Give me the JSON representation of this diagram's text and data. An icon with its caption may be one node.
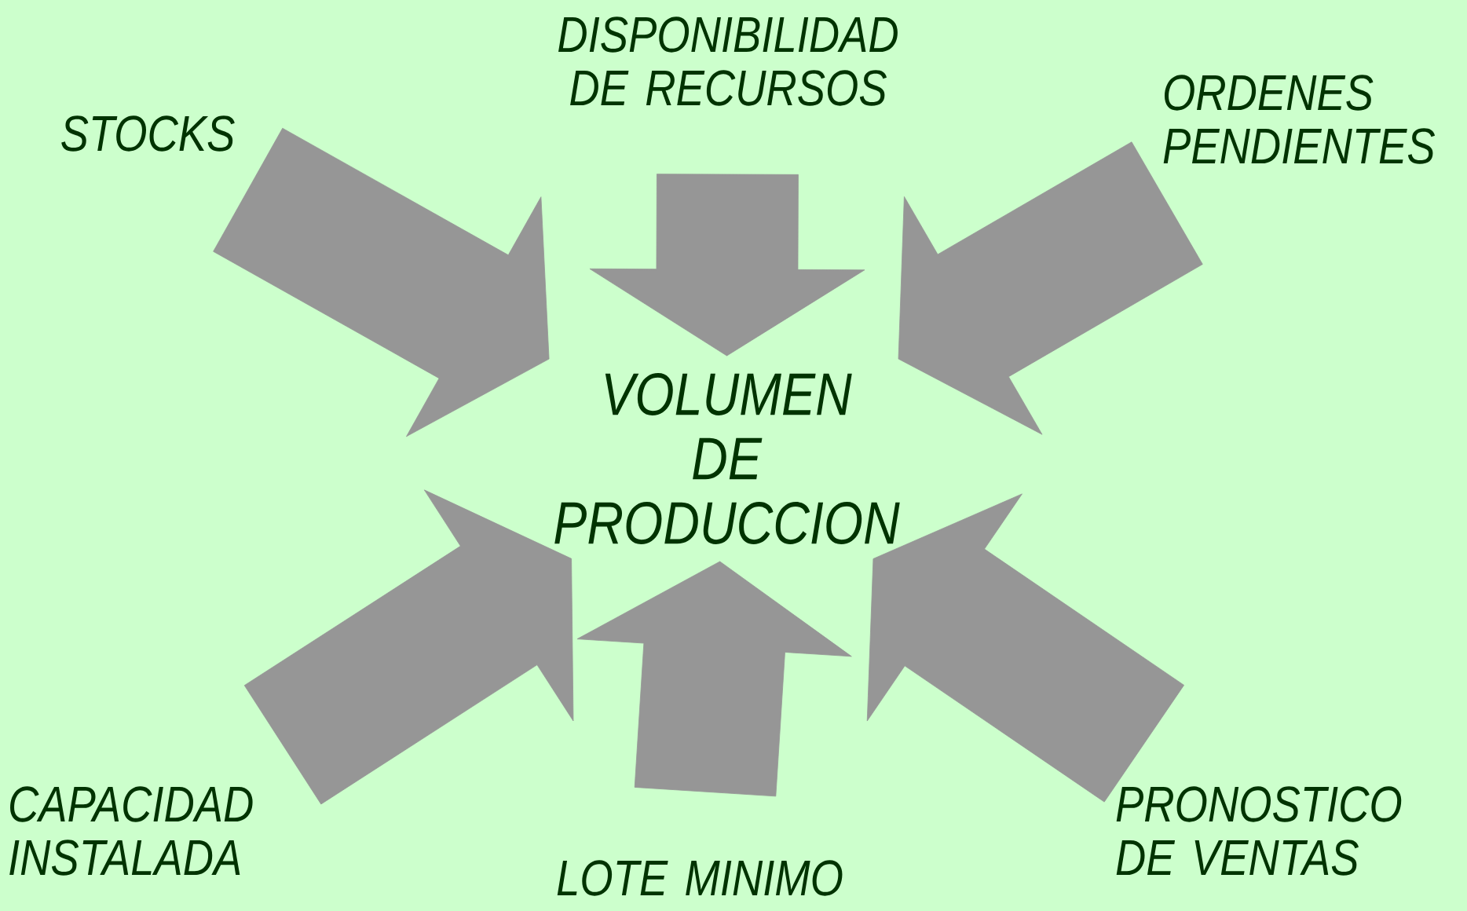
{
  "diagram": {
    "nodes": [
      {
        "text": [
          "DISPONIBILIDAD DE RECURSOS"
        ]
      },
      {
        "text": [
          "STOCKS"
        ]
      },
      {
        "text": [
          "ORDENES PENDIENTES"
        ]
      },
      {
        "text": [
          "VOLUMEN DE PRODUCCION"
        ]
      },
      {
        "text": [
          "CAPACIDAD INSTALADA"
        ]
      },
      {
        "text": [
          "LOTE MINIMO"
        ]
      },
      {
        "text": [
          "PRONOSTICO DE VENTAS"
        ]
      }
    ],
    "edges": [
      {
        "from": 1,
        "to": 3,
        "arrow": "to"
      },
      {
        "from": 0,
        "to": 3,
        "arrow": "to"
      },
      {
        "from": 2,
        "to": 3,
        "arrow": "to"
      },
      {
        "from": 4,
        "to": 3,
        "arrow": "to"
      },
      {
        "from": 5,
        "to": 3,
        "arrow": "to"
      },
      {
        "from": 6,
        "to": 3,
        "arrow": "to"
      }
    ]
  }
}
